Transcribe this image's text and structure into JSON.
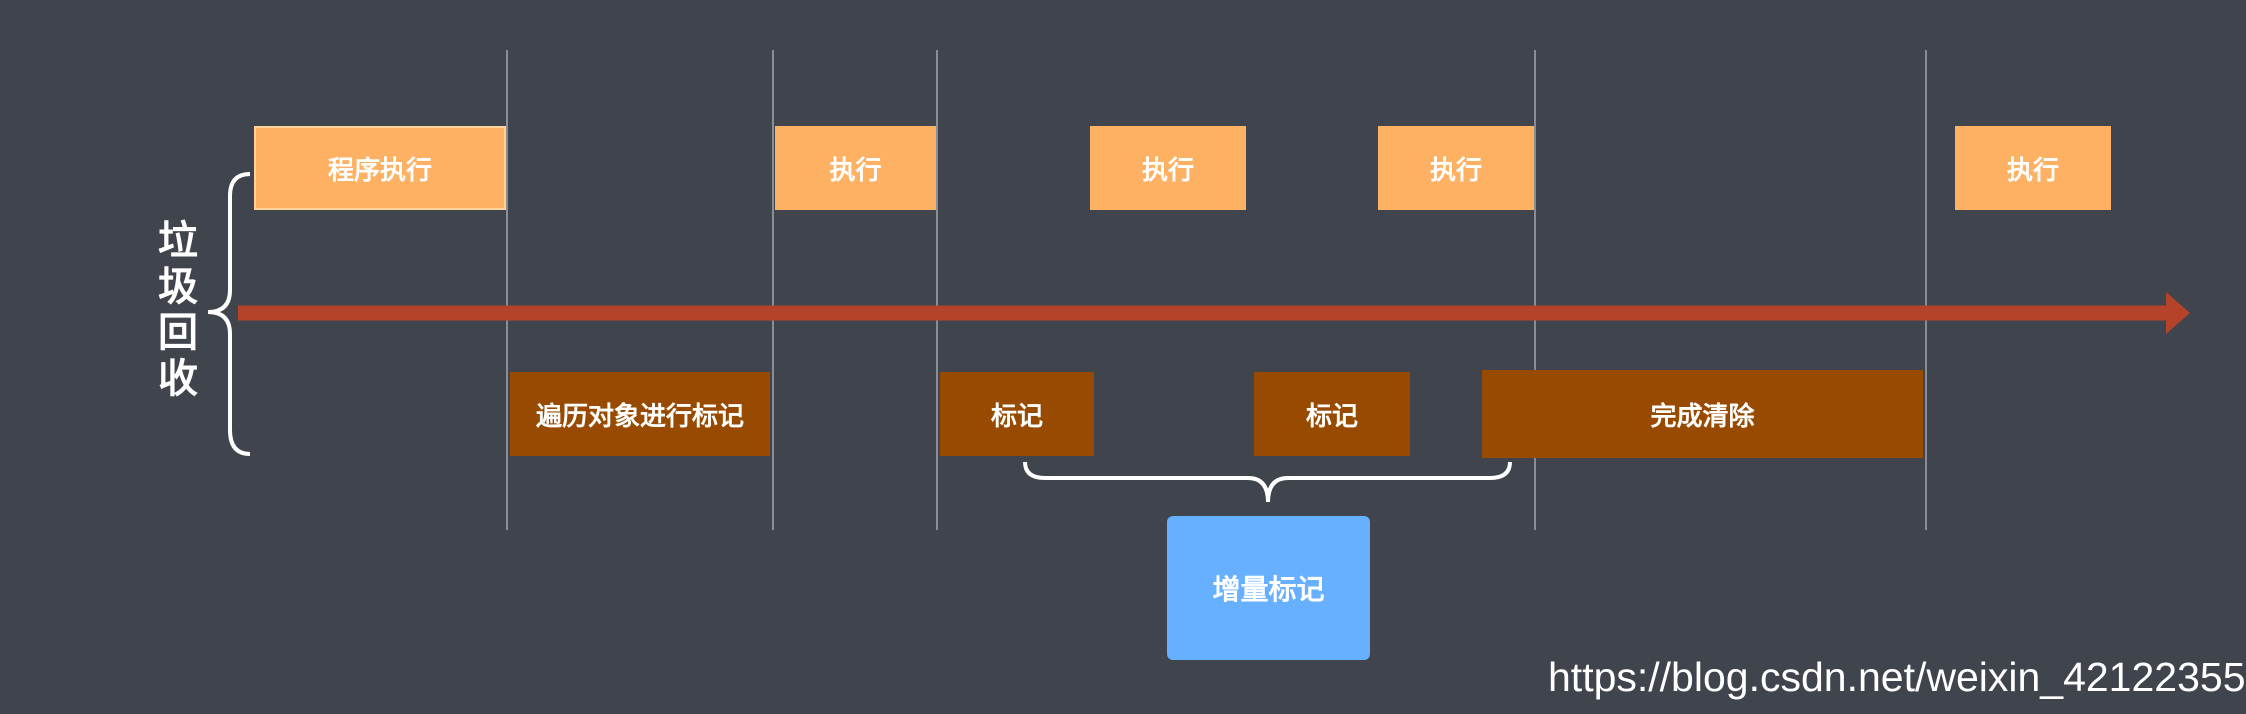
{
  "side_label": "垃圾回收",
  "top_row": {
    "first": "程序执行",
    "exec_label": "执行"
  },
  "bottom_row": {
    "traverse": "遍历对象进行标记",
    "mark_label": "标记",
    "finish": "完成清除"
  },
  "incremental_label": "增量标记",
  "watermark": "https://blog.csdn.net/weixin_42122355",
  "colors": {
    "background": "#40444d",
    "execution": "#ffb163",
    "gc_task": "#984b00",
    "incremental": "#66b0ff",
    "timeline_arrow": "#b5432a"
  }
}
